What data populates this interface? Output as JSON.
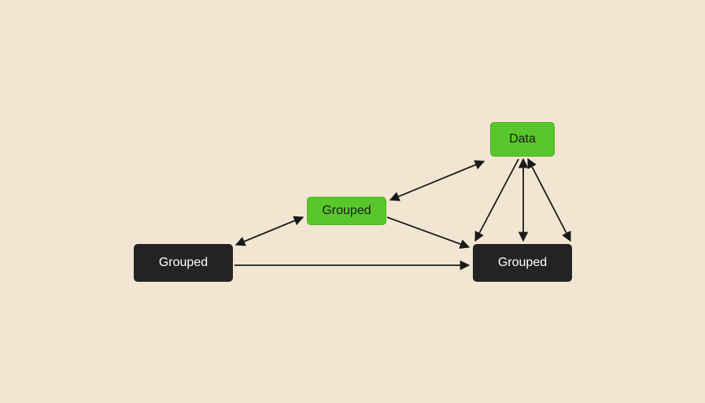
{
  "diagram": {
    "colors": {
      "background": "#f2e6d2",
      "dark_node": "#232323",
      "green_node": "#58c72b",
      "edge": "#1a1a1a"
    },
    "nodes": {
      "left": {
        "label": "Grouped",
        "style": "dark"
      },
      "middle": {
        "label": "Grouped",
        "style": "green"
      },
      "data": {
        "label": "Data",
        "style": "green"
      },
      "right": {
        "label": "Grouped",
        "style": "dark"
      }
    },
    "edges": [
      {
        "from": "left",
        "to": "middle",
        "direction": "both"
      },
      {
        "from": "middle",
        "to": "data",
        "direction": "both"
      },
      {
        "from": "middle",
        "to": "right",
        "direction": "forward"
      },
      {
        "from": "left",
        "to": "right",
        "direction": "forward"
      },
      {
        "from": "data",
        "to": "right",
        "direction": "forward"
      },
      {
        "from": "data",
        "to": "right",
        "direction": "both"
      },
      {
        "from": "data",
        "to": "right",
        "direction": "both"
      }
    ]
  }
}
